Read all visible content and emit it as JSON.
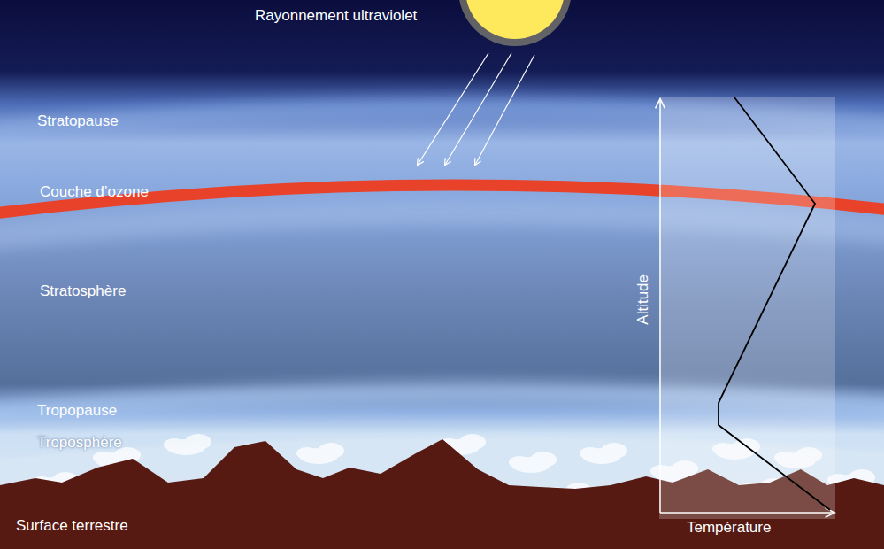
{
  "diagram": {
    "labels": [
      "Rayonnement ultraviolet",
      "Stratopause",
      "Couche d’ozone",
      "Stratosphère",
      "Altitude",
      "Tropopause",
      "Troposphère",
      "Surface terrestre",
      "Température"
    ]
  }
}
